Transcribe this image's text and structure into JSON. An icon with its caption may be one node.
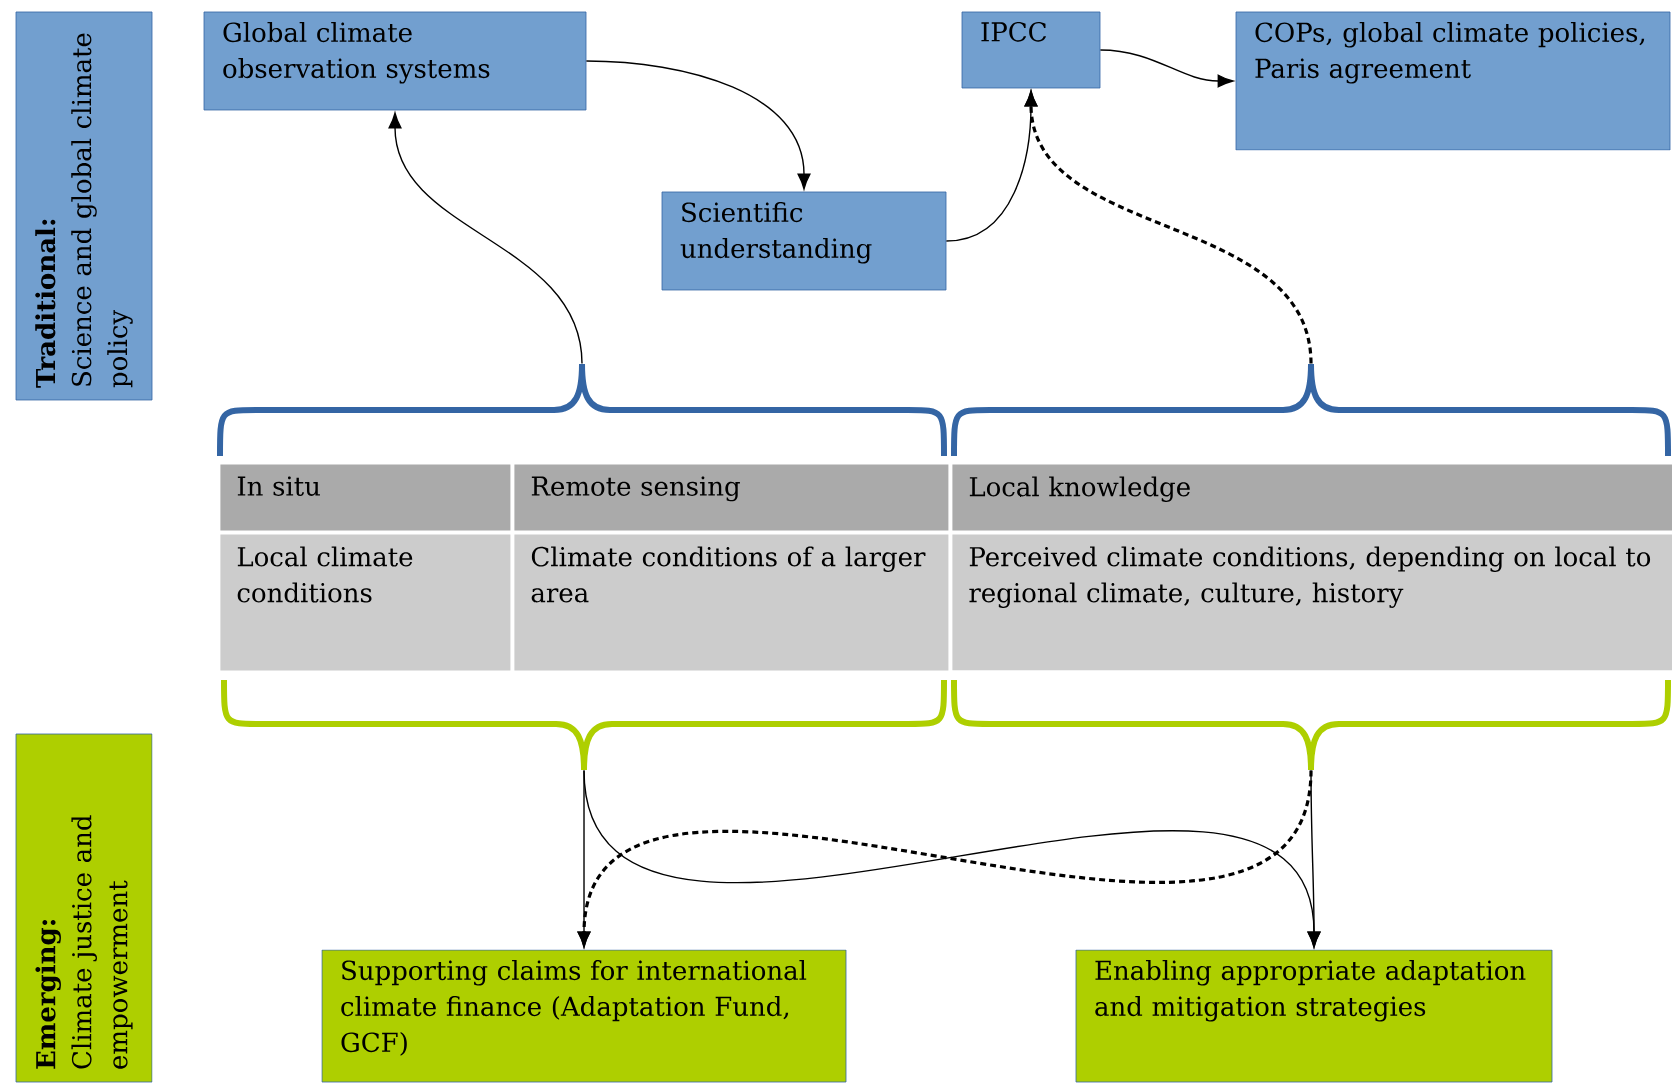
{
  "diagram": {
    "nodes": [
      {
        "text": [
          "Traditional:",
          "Science and global climate policy"
        ]
      },
      {
        "text": [
          "Global climate observation systems"
        ]
      },
      {
        "text": [
          "Scientific understanding"
        ]
      },
      {
        "text": [
          "IPCC"
        ]
      },
      {
        "text": [
          "COPs, global climate policies, Paris agreement"
        ]
      },
      {
        "text": [],
        "shape": "brace"
      },
      {
        "text": [],
        "shape": "brace"
      },
      {
        "text": [],
        "shape": "brace"
      },
      {
        "text": [],
        "shape": "brace"
      },
      {
        "text": [
          "Emerging:",
          "Climate justice and empowerment"
        ]
      },
      {
        "text": [
          "Supporting claims for international climate finance (Adaptation Fund, GCF)"
        ]
      },
      {
        "text": [
          "Enabling appropriate adaptation and mitigation strategies"
        ]
      }
    ],
    "edges": [
      {
        "from": 5,
        "to": 1,
        "arrow": "to"
      },
      {
        "from": 1,
        "to": 2,
        "arrow": "to"
      },
      {
        "from": 2,
        "to": 3,
        "arrow": "to"
      },
      {
        "from": 6,
        "to": 3,
        "arrow": "to",
        "style": "dashed"
      },
      {
        "from": 3,
        "to": 4,
        "arrow": "to"
      },
      {
        "from": 7,
        "to": 10,
        "arrow": "to"
      },
      {
        "from": 7,
        "to": 11,
        "arrow": "to"
      },
      {
        "from": 8,
        "to": 11,
        "arrow": "to"
      },
      {
        "from": 8,
        "to": 10,
        "arrow": "to",
        "style": "dashed"
      }
    ],
    "labels": [
      "In situ",
      "Remote sensing",
      "Local knowledge",
      "Local climate conditions",
      "Climate conditions of a larger area",
      "Perceived climate conditions, depending on local to regional climate, culture, history"
    ]
  }
}
